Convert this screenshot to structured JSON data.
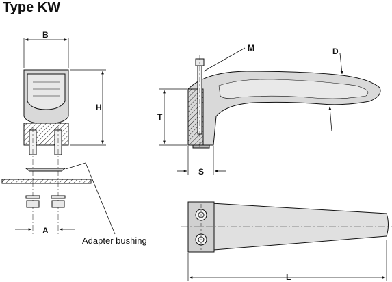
{
  "title": "Type KW",
  "dimensions": {
    "B": "B",
    "H": "H",
    "A": "A",
    "M": "M",
    "T": "T",
    "S": "S",
    "D": "D",
    "L": "L"
  },
  "callouts": {
    "adapter_bushing": "Adapter bushing"
  },
  "colors": {
    "body_fill": "#d9d9d9",
    "line": "#111111",
    "centerline": "#333333"
  }
}
